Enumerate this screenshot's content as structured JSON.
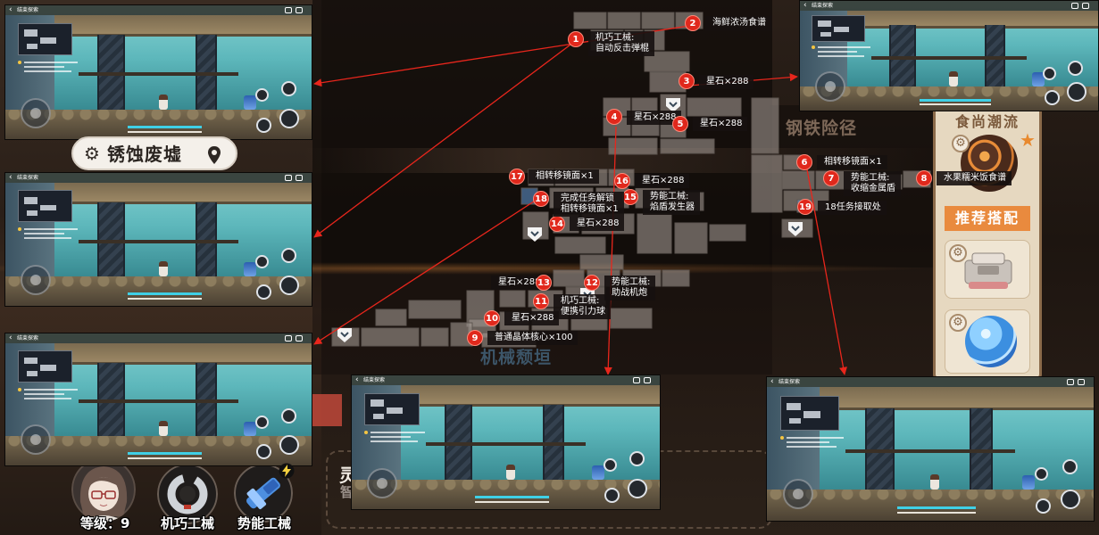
{
  "regions": {
    "rusted_ruins": "锈蚀废墟",
    "steel_path": "钢铁险径",
    "mech_ruins": "机械颓垣"
  },
  "markers": [
    {
      "number": "1",
      "text": [
        "机巧工械:",
        "自动反击弹棍"
      ]
    },
    {
      "number": "2",
      "text": [
        "海鲜浓汤食谱"
      ]
    },
    {
      "number": "3",
      "text": [
        "星石×288"
      ]
    },
    {
      "number": "4",
      "text": [
        "星石×288"
      ]
    },
    {
      "number": "5",
      "text": [
        "星石×288"
      ]
    },
    {
      "number": "6",
      "text": [
        "相转移镜面×1"
      ]
    },
    {
      "number": "7",
      "text": [
        "势能工械:",
        "收缩金属盾"
      ]
    },
    {
      "number": "8",
      "text": [
        "水果糯米饭食谱"
      ]
    },
    {
      "number": "9",
      "text": [
        "普通晶体核心×100"
      ]
    },
    {
      "number": "10",
      "text": [
        "星石×288"
      ]
    },
    {
      "number": "11",
      "text": [
        "机巧工械:",
        "便携引力球"
      ]
    },
    {
      "number": "12",
      "text": [
        "势能工械:",
        "助战机炮"
      ]
    },
    {
      "number": "13",
      "text": [
        "星石×288"
      ]
    },
    {
      "number": "14",
      "text": [
        "星石×288"
      ]
    },
    {
      "number": "15",
      "text": [
        "势能工械:",
        "焰盾发生器"
      ]
    },
    {
      "number": "16",
      "text": [
        "星石×288"
      ]
    },
    {
      "number": "17",
      "text": [
        "相转移镜面×1"
      ]
    },
    {
      "number": "18",
      "text": [
        "完成任务解锁",
        "相转移镜面×1"
      ]
    },
    {
      "number": "19",
      "text": [
        "18任务接取处"
      ]
    }
  ],
  "screenshots": [
    {
      "exit_label": "结束探索"
    },
    {
      "exit_label": "结束探索"
    },
    {
      "exit_label": "结束探索"
    },
    {
      "exit_label": "结束探索"
    },
    {
      "exit_label": "结束探索"
    },
    {
      "exit_label": "结束探索"
    }
  ],
  "side_panel": {
    "title": "食尚潮流",
    "recommend_label": "推荐搭配"
  },
  "party": {
    "level": "等级：9",
    "gadget": "机巧工械",
    "kinetic": "势能工械"
  },
  "partial_panel": {
    "char_1": "灵",
    "char_2": "智"
  },
  "icons": {
    "location_pill_left": "gear-icon",
    "location_pill_right": "map-pin-icon",
    "map_waypoint": "waypoint-icon",
    "food_badge": "star-icon",
    "kinetic_badge": "lightning-icon"
  },
  "colors": {
    "marker": "#e0281c",
    "guide_line": "#e8261c",
    "recommend_banner": "#e98a3e",
    "side_panel": "#e6d8c0",
    "map_room": "#9d938c"
  }
}
